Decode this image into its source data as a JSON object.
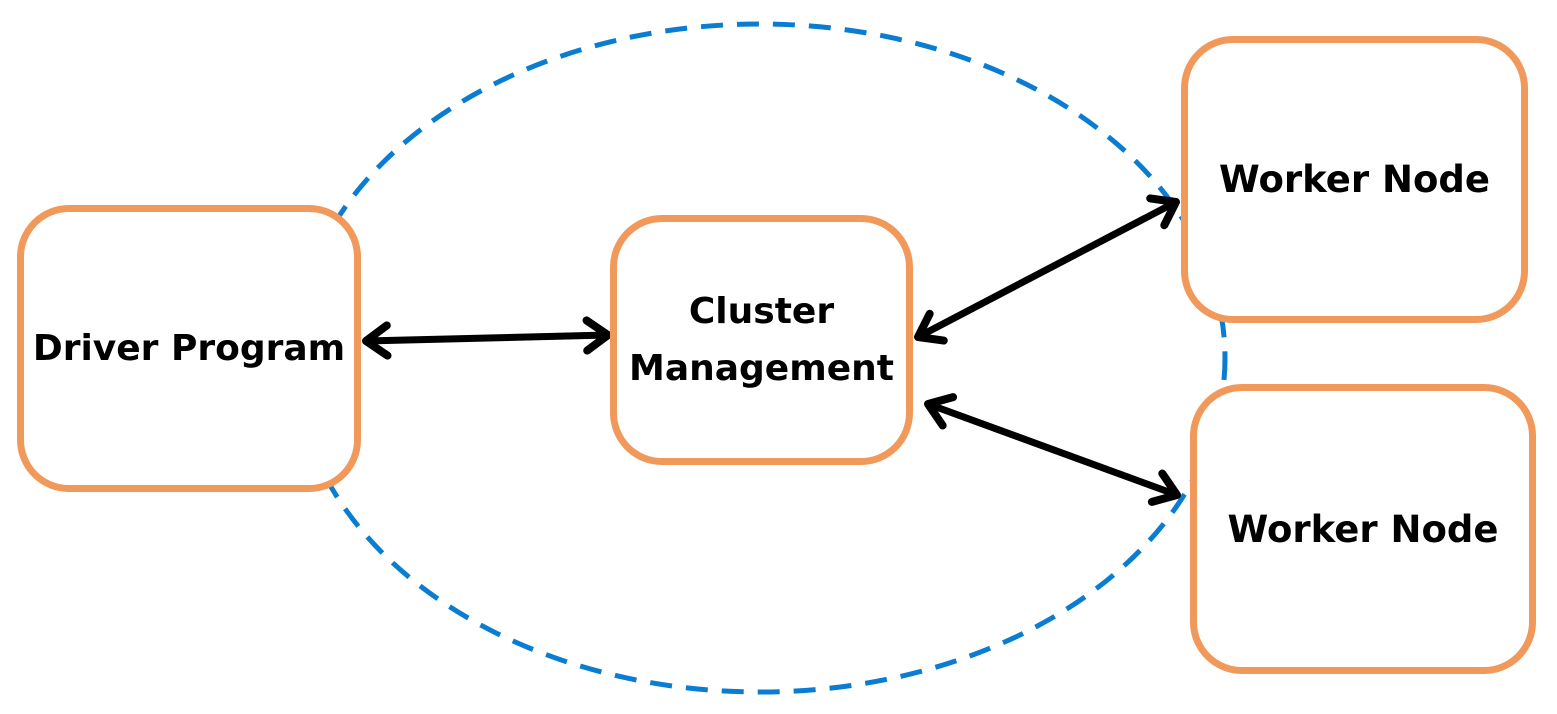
{
  "diagram": {
    "colors": {
      "node_border": "#F0995A",
      "boundary": "#0A7CD1",
      "arrow": "#000000",
      "text": "#000000"
    },
    "nodes": {
      "driver": {
        "label": "Driver Program"
      },
      "cluster": {
        "label": "Cluster\nManagement"
      },
      "worker1": {
        "label": "Worker Node"
      },
      "worker2": {
        "label": "Worker Node"
      }
    },
    "edges": [
      {
        "from": "driver",
        "to": "cluster",
        "direction": "bidirectional"
      },
      {
        "from": "cluster",
        "to": "worker1",
        "direction": "bidirectional"
      },
      {
        "from": "cluster",
        "to": "worker2",
        "direction": "bidirectional"
      }
    ],
    "boundary": {
      "style": "dashed-ellipse"
    }
  }
}
